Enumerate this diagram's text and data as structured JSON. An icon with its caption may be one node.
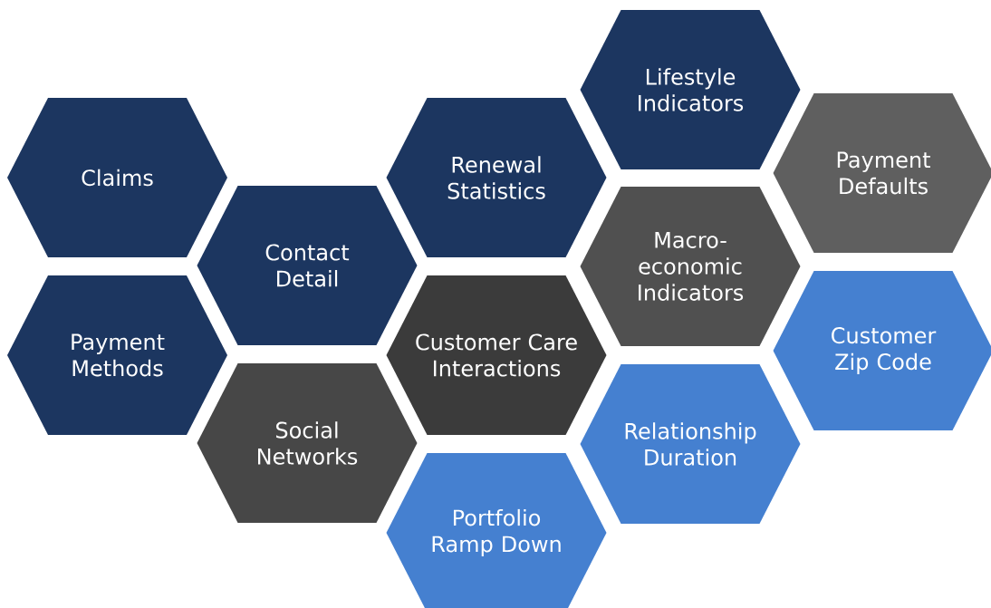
{
  "diagram": {
    "nodes": [
      {
        "text": [
          "Claims"
        ]
      },
      {
        "text": [
          "Payment Methods"
        ]
      },
      {
        "text": [
          "Contact Detail"
        ]
      },
      {
        "text": [
          "Social Networks"
        ]
      },
      {
        "text": [
          "Renewal Statistics"
        ]
      },
      {
        "text": [
          "Customer Care Interactions"
        ]
      },
      {
        "text": [
          "Portfolio Ramp Down"
        ]
      },
      {
        "text": [
          "Lifestyle Indicators"
        ]
      },
      {
        "text": [
          "Macro-economic Indicators"
        ]
      },
      {
        "text": [
          "Relationship Duration"
        ]
      },
      {
        "text": [
          "Payment Defaults"
        ]
      },
      {
        "text": [
          "Customer Zip Code"
        ]
      }
    ]
  }
}
